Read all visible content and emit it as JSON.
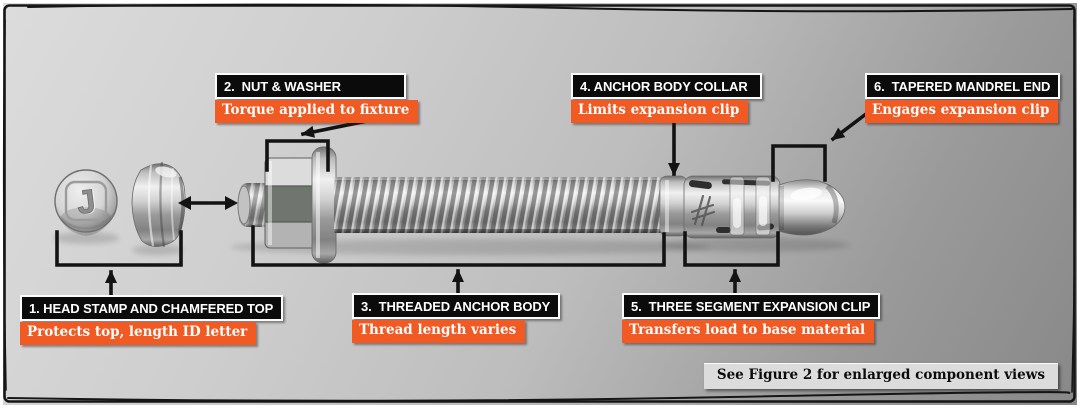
{
  "figure_note": {
    "text": "See Figure 2 for enlarged component views"
  },
  "callouts": [
    {
      "number": "1",
      "title": "1. HEAD STAMP AND CHAMFERED TOP",
      "subtitle": "Protects top, length ID letter"
    },
    {
      "number": "2",
      "title": "2.  NUT & WASHER",
      "subtitle": "Torque applied to fixture"
    },
    {
      "number": "3",
      "title": "3.  THREADED ANCHOR BODY",
      "subtitle": "Thread length varies"
    },
    {
      "number": "4",
      "title": "4. ANCHOR BODY COLLAR",
      "subtitle": "Limits expansion clip"
    },
    {
      "number": "5",
      "title": "5.  THREE SEGMENT EXPANSION CLIP",
      "subtitle": "Transfers load to base material"
    },
    {
      "number": "6",
      "title": "6.  TAPERED MANDREL END",
      "subtitle": "Engages expansion clip"
    }
  ],
  "anchor": {
    "head_stamp_letter": "J"
  },
  "colors": {
    "accent_orange": "#f15a22",
    "title_bar_black": "#0b0b0b",
    "note_background": "#dcdcdc"
  }
}
